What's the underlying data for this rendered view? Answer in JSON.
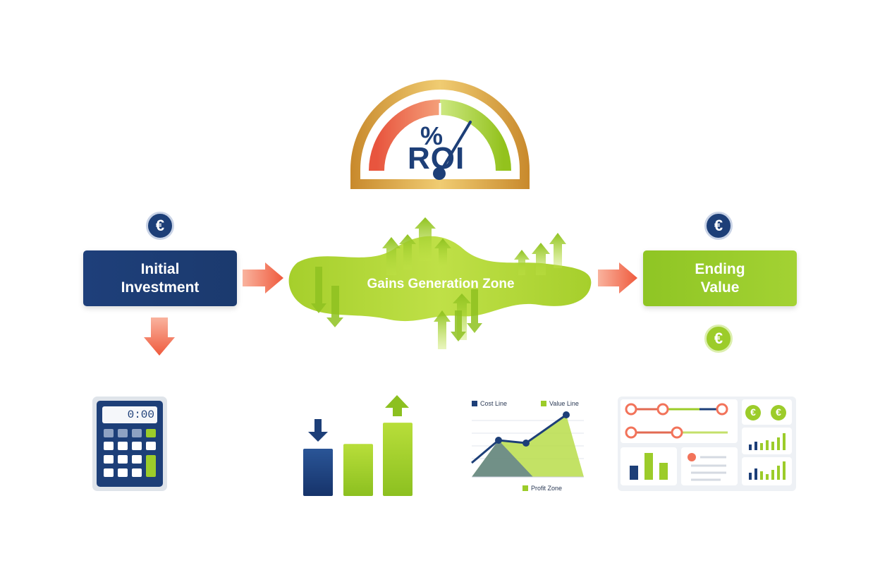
{
  "gauge": {
    "percent_symbol": "%",
    "label": "ROI"
  },
  "initial": {
    "line1": "Initial",
    "line2": "Investment"
  },
  "ending": {
    "line1": "Ending",
    "line2": "Value"
  },
  "zone": {
    "label": "Gains Generation Zone"
  },
  "currency_symbol": "€",
  "calculator": {
    "display": "0:00"
  },
  "line_chart": {
    "legend_cost": "Cost Line",
    "legend_value": "Value Line",
    "legend_profit": "Profit Zone"
  },
  "colors": {
    "navy": "#1d3f78",
    "lime": "#9ccc2a",
    "coral": "#f2735a",
    "gold": "#d4a146"
  },
  "chart_data": {
    "type": "bar",
    "categories": [
      "",
      "",
      ""
    ],
    "values": [
      2,
      2.2,
      3.1
    ],
    "title": "",
    "xlabel": "",
    "ylabel": ""
  }
}
